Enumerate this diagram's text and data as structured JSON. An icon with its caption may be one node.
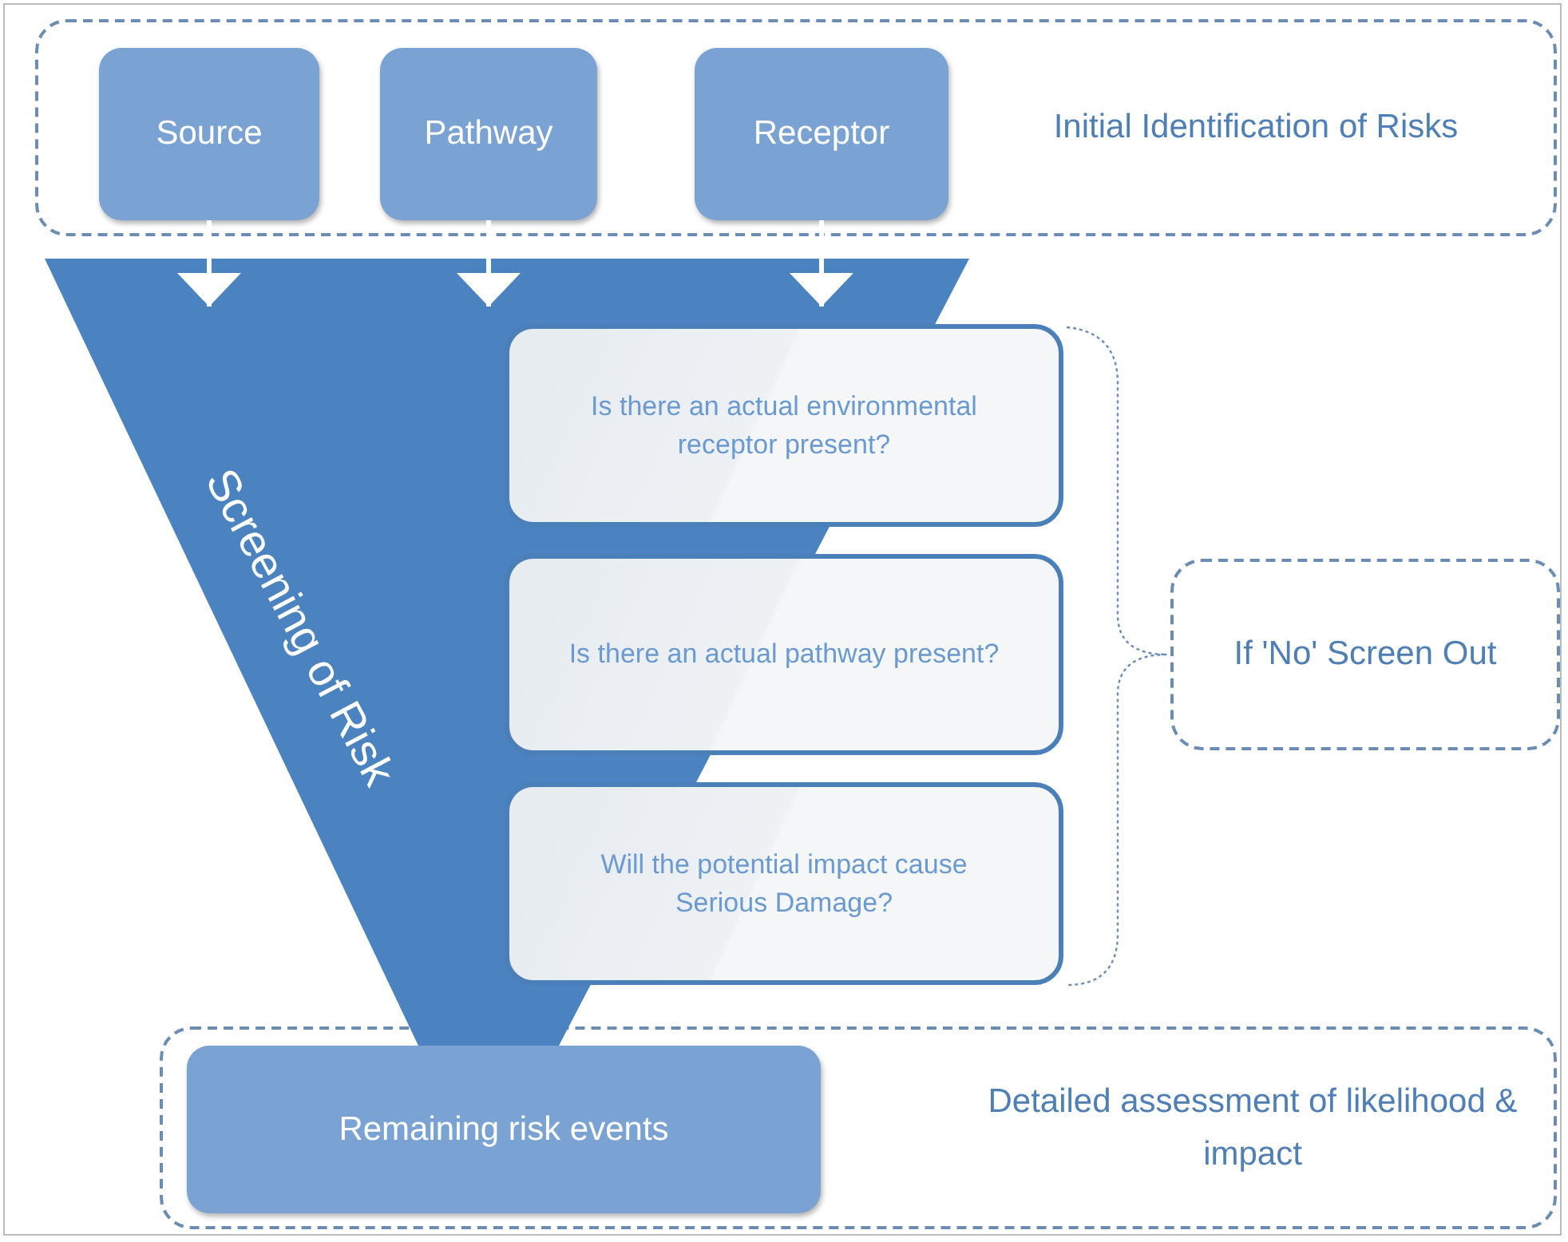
{
  "diagram": {
    "nodes": [
      {
        "text": [
          "Initial Identification of Risks"
        ]
      },
      {
        "text": [
          "Source"
        ],
        "in": 0
      },
      {
        "text": [
          "Pathway"
        ],
        "in": 0
      },
      {
        "text": [
          "Receptor"
        ],
        "in": 0
      },
      {
        "text": [
          "Screening of Risk"
        ]
      },
      {
        "text": [
          "Is there an actual environmental receptor present?"
        ]
      },
      {
        "text": [
          "Is there an actual pathway present?"
        ]
      },
      {
        "text": [
          "Will the potential impact cause Serious Damage?"
        ]
      },
      {
        "text": [
          "If 'No' Screen Out"
        ]
      },
      {
        "text": [
          "Detailed assessment of likelihood & impact"
        ]
      },
      {
        "text": [
          "Remaining risk events"
        ],
        "in": 9
      }
    ],
    "edges": [
      {
        "from": 1,
        "to": 4,
        "arrow": "to"
      },
      {
        "from": 2,
        "to": 4,
        "arrow": "to"
      },
      {
        "from": 3,
        "to": 4,
        "arrow": "to"
      }
    ]
  }
}
